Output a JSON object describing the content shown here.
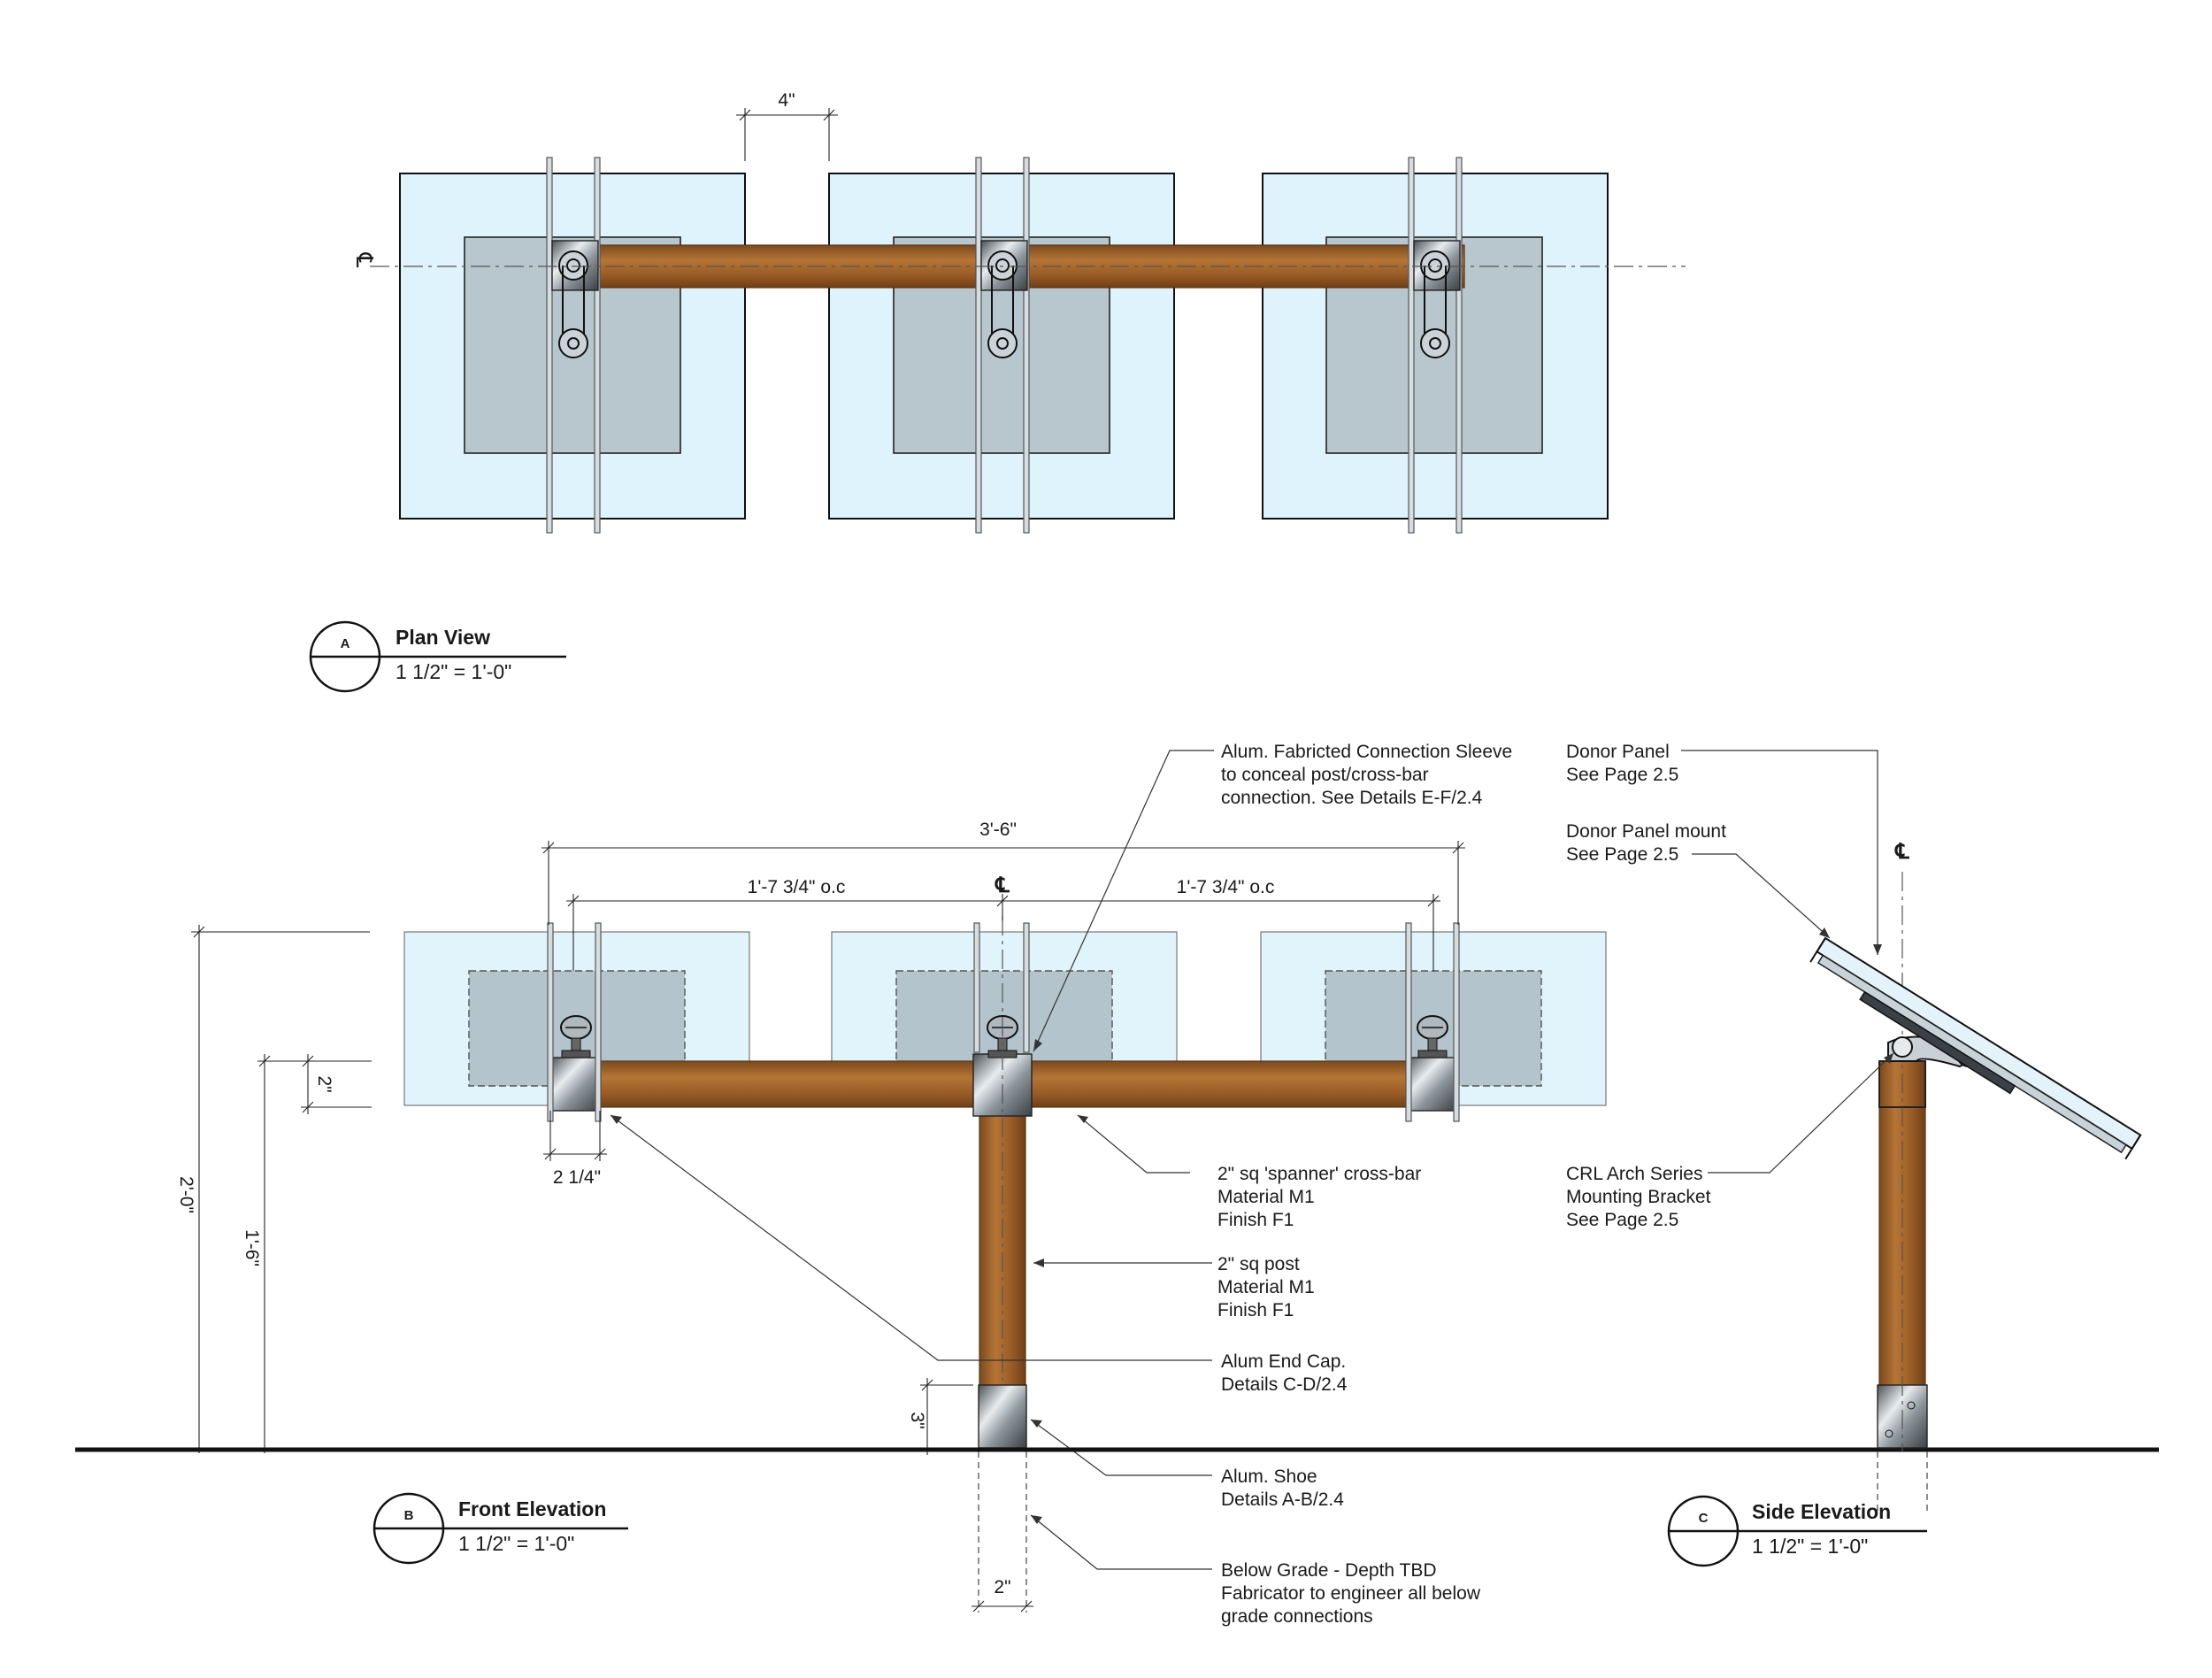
{
  "plan_view": {
    "bubble_letter": "A",
    "title": "Plan View",
    "scale": "1 1/2\" = 1'-0\"",
    "gap_dim": "4\"",
    "centerline_mark": "℄"
  },
  "front_elevation": {
    "bubble_letter": "B",
    "title": "Front Elevation",
    "scale": "1 1/2\" = 1'-0\"",
    "overall_width": "3'-6\"",
    "spacing_left": "1'-7 3/4\" o.c",
    "spacing_right": "1'-7 3/4\" o.c",
    "centerline_mark": "℄",
    "height_overall": "2'-0\"",
    "height_bar": "1'-6\"",
    "bar_depth": "2\"",
    "sleeve_width": "2 1/4\"",
    "shoe_height": "3\"",
    "post_width": "2\""
  },
  "side_elevation": {
    "bubble_letter": "C",
    "title": "Side Elevation",
    "scale": "1 1/2\" = 1'-0\"",
    "centerline_mark": "℄"
  },
  "callouts": {
    "connection_sleeve": [
      "Alum. Fabricted Connection Sleeve",
      "to conceal post/cross-bar",
      "connection. See Details E-F/2.4"
    ],
    "cross_bar": [
      "2\" sq 'spanner' cross-bar",
      "Material M1",
      "Finish F1"
    ],
    "post": [
      "2\" sq post",
      "Material M1",
      "Finish F1"
    ],
    "end_cap": [
      "Alum End Cap.",
      "Details C-D/2.4"
    ],
    "shoe": [
      "Alum. Shoe",
      "Details A-B/2.4"
    ],
    "below_grade": [
      "Below Grade - Depth TBD",
      "Fabricator to engineer all below",
      "grade connections"
    ],
    "donor_panel": [
      "Donor Panel",
      "See Page 2.5"
    ],
    "donor_panel_mount": [
      "Donor Panel mount",
      "See Page 2.5"
    ],
    "crl_bracket": [
      "CRL Arch Series",
      "Mounting Bracket",
      "See Page 2.5"
    ]
  },
  "colors": {
    "glass": "#def3fb",
    "donor_panel": "#b8c7ce",
    "wood": "#a0622a",
    "metal": "#9aa3aa"
  }
}
